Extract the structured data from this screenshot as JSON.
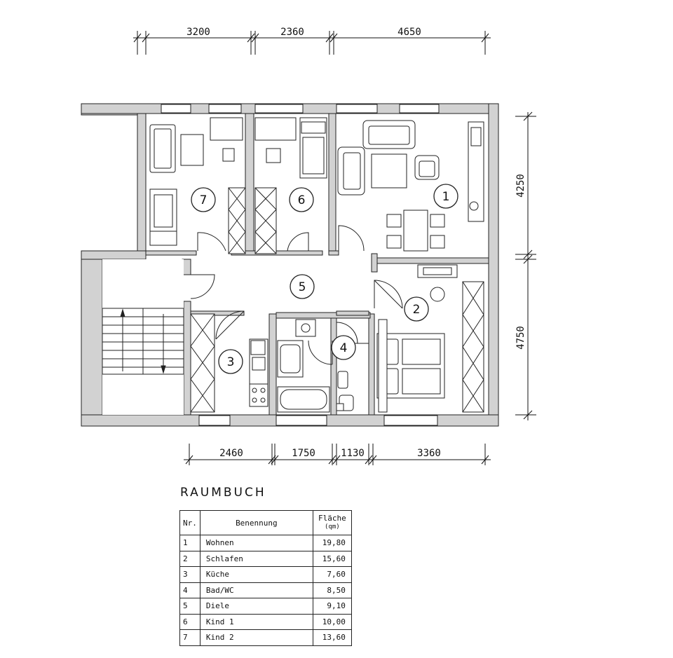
{
  "dimensions": {
    "top": [
      "3200",
      "2360",
      "4650"
    ],
    "right": [
      "4250",
      "4750"
    ],
    "bottom": [
      "2460",
      "1750",
      "1130",
      "3360"
    ]
  },
  "rooms": [
    "1",
    "2",
    "3",
    "4",
    "5",
    "6",
    "7"
  ],
  "raumbuch": {
    "title": "RAUMBUCH",
    "headers": {
      "nr": "Nr.",
      "name": "Benennung",
      "area": "Fläche",
      "unit": "(qm)"
    },
    "rows": [
      {
        "nr": "1",
        "name": "Wohnen",
        "area": "19,80"
      },
      {
        "nr": "2",
        "name": "Schlafen",
        "area": "15,60"
      },
      {
        "nr": "3",
        "name": "Küche",
        "area": "7,60"
      },
      {
        "nr": "4",
        "name": "Bad/WC",
        "area": "8,50"
      },
      {
        "nr": "5",
        "name": "Diele",
        "area": "9,10"
      },
      {
        "nr": "6",
        "name": "Kind 1",
        "area": "10,00"
      },
      {
        "nr": "7",
        "name": "Kind 2",
        "area": "13,60"
      }
    ]
  }
}
